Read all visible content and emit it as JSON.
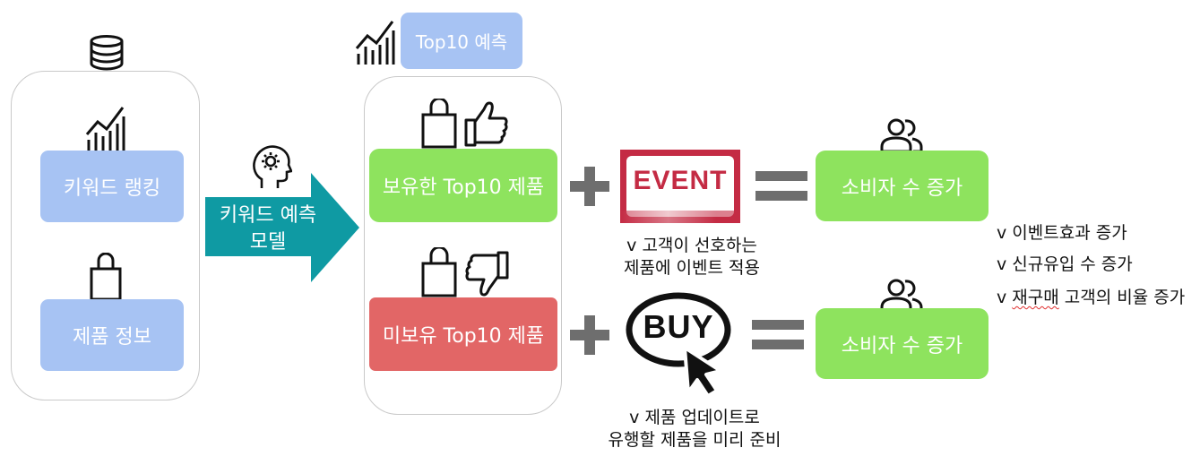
{
  "left_panel": {
    "keyword_ranking": "키워드 랭킹",
    "product_info": "제품 정보"
  },
  "arrow": {
    "line1": "키워드 예측",
    "line2": "모델"
  },
  "top10": {
    "label": "Top10 예측",
    "owned": "보유한 Top10 제품",
    "unowned": "미보유 Top10 제품"
  },
  "event": {
    "sign_text": "EVENT",
    "note_line1": "v 고객이 선호하는",
    "note_line2": "제품에 이벤트 적용"
  },
  "buy": {
    "sign_text": "BUY",
    "note_line1": "v 제품 업데이트로",
    "note_line2": "유행할 제품을 미리 준비"
  },
  "results": {
    "top": "소비자 수 증가",
    "bottom": "소비자 수 증가"
  },
  "effects": {
    "line1": "v 이벤트효과 증가",
    "line2": "v 신규유입 수 증가",
    "line3_prefix": "v ",
    "line3_underlined": "재구매",
    "line3_rest": " 고객의 비율 증가"
  },
  "colors": {
    "blue_box": "#a7c3f3",
    "green_box": "#8ee35e",
    "red_box": "#e26666",
    "arrow": "#0f9aa3",
    "event_red": "#c42b44"
  }
}
